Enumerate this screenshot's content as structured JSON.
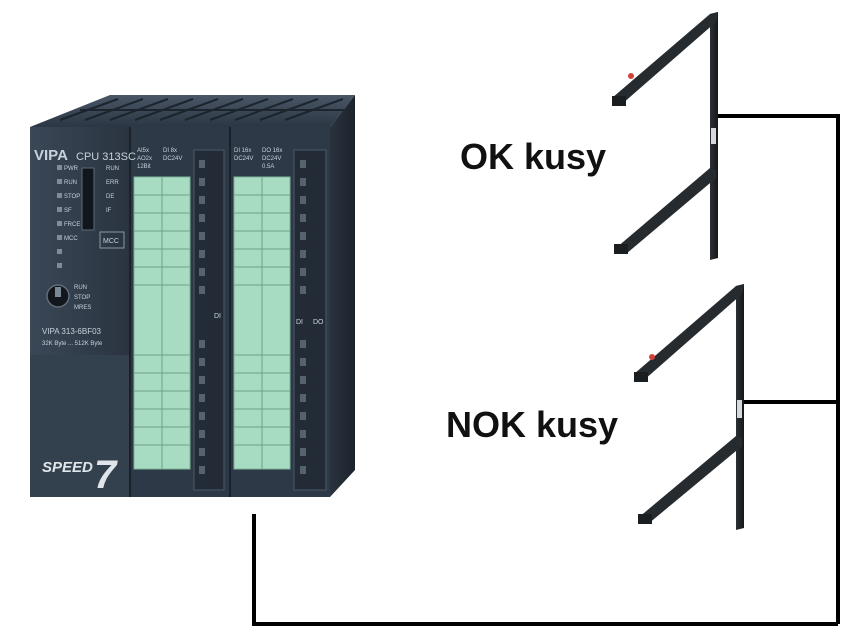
{
  "labels": {
    "ok": "OK kusy",
    "nok": "NOK kusy"
  },
  "plc": {
    "brand": "VIPA",
    "cpu_title": "CPU 313SC",
    "model_line": "VIPA 313-6BF03",
    "memory_line": "32K Byte ... 512K Byte",
    "speed_logo_text": "SPEED",
    "speed_logo_number": "7",
    "status_leds": [
      "PWR",
      "RUN",
      "STOP",
      "SF",
      "FRCE",
      "MCC"
    ],
    "right_leds": [
      "RUN",
      "ERR",
      "DE",
      "IF"
    ],
    "switch_positions": [
      "RUN",
      "STOP",
      "MRES"
    ],
    "mcc_label": "MCC",
    "module1_header": [
      "AI5x",
      "AO2x",
      "12Bit",
      "DI 8x",
      "DC24V"
    ],
    "module2_header": [
      "DI 16x",
      "DC24V",
      "DO 16x",
      "DC24V",
      "0.5A"
    ],
    "module_tags": [
      "DI",
      "DI",
      "DO"
    ]
  },
  "colors": {
    "plc_body": "#2f3a47",
    "plc_dark": "#232c36",
    "terminal_green": "#a8dcc2",
    "wire": "#000000",
    "sensor_body": "#1f2326",
    "sensor_led": "#d0443a"
  }
}
